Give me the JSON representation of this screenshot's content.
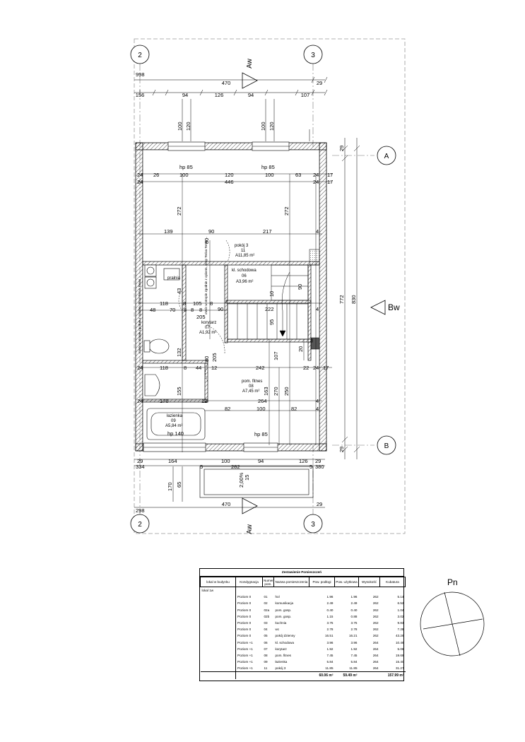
{
  "grid": {
    "left_axis": "2",
    "right_axis": "3",
    "axis_a": "A",
    "axis_b": "B",
    "section_top": "Aw",
    "section_bottom": "Aw",
    "section_right": "Bw"
  },
  "dims": {
    "top_998": "998",
    "top_470": "470",
    "top_29": "29",
    "row2": [
      "156",
      "94",
      "126",
      "94",
      "107"
    ],
    "win_v": [
      "100",
      "120",
      "100",
      "120"
    ],
    "hp85": "hp 85",
    "row_24_100": [
      "24",
      "26",
      "100",
      "120",
      "100",
      "63",
      "24",
      "17"
    ],
    "row_446": [
      "24",
      "446",
      "24",
      "17"
    ],
    "v272": "272",
    "row_139": [
      "139",
      "90",
      "217",
      "4"
    ],
    "row_118": [
      "118",
      "8",
      "105",
      "8",
      "90",
      "222",
      "4"
    ],
    "row_48": [
      "48",
      "70",
      "8",
      "8",
      "8",
      "90"
    ],
    "row_205": "205",
    "row_118b": [
      "24",
      "118",
      "8",
      "44",
      "12",
      "242",
      "22",
      "24",
      "17"
    ],
    "row_170": [
      "24",
      "170",
      "12",
      "264",
      "4"
    ],
    "row_82": [
      "82",
      "100",
      "82",
      "4"
    ],
    "bot_row1": [
      "29",
      "164",
      "100",
      "94",
      "126",
      "29"
    ],
    "bot_row2": [
      "334",
      "5",
      "282",
      "5",
      "380"
    ],
    "bot_470": "470",
    "bot_29": "29",
    "bot_298": "298",
    "v170": "170",
    "v65": "65",
    "slope": "2,00%",
    "v15": "15",
    "right_29a": "29",
    "right_772": "772",
    "right_830": "830",
    "right_29b": "29",
    "v43": "43",
    "v132": "132",
    "v155": "155",
    "v163": "163",
    "v270": "270",
    "v250": "250",
    "v107": "107",
    "v20": "20",
    "v80": "80",
    "v90": "90",
    "v10": "10",
    "v95": "95"
  },
  "rooms": {
    "pokoj3": {
      "name": "pokój 3",
      "num": "11",
      "area": "A11,85 m²"
    },
    "schody": {
      "name": "kl. schodowa",
      "num": "06",
      "area": "A3,96 m²"
    },
    "korytarz": {
      "name": "korytarz",
      "num": "07",
      "area": "A1,92 m²"
    },
    "fitnes": {
      "name": "pom. fitnes",
      "num": "08",
      "area": "A7,45 m²"
    },
    "lazienka": {
      "name": "łazienka",
      "num": "09",
      "area": "A5,84 m²"
    },
    "pralnia": {
      "name": "pralnia",
      "num": "",
      "area": ""
    },
    "hp140": "hp 140"
  },
  "vertical_note": "otwór w stropie zgodnie z opisem, strop Teriva Terwa ...",
  "summary": {
    "title": "Zestawienie Pomieszczeń",
    "headers": [
      "lokal w budynku",
      "Kondygnacja",
      "Numer pom.",
      "Nazwa pomieszczenia",
      "Pow. podłogi",
      "Pow. użytkowa",
      "Wysokość",
      "Kubatura"
    ],
    "group": "lokal 1w",
    "rows": [
      [
        "Poziom 0",
        "01",
        "hol",
        "1.96",
        "1.96",
        "262",
        "5.14"
      ],
      [
        "Poziom 0",
        "02",
        "komunikacja",
        "2.49",
        "2.49",
        "262",
        "6.52"
      ],
      [
        "Poziom 0",
        "02a",
        "pom. gosp.",
        "0.40",
        "0.40",
        "262",
        "1.04"
      ],
      [
        "Poziom 0",
        "02b",
        "pom. gosp.",
        "1.15",
        "0.88",
        "262",
        "3.02"
      ],
      [
        "Poziom 0",
        "03",
        "kuchnia",
        "3.75",
        "3.75",
        "262",
        "9.83"
      ],
      [
        "Poziom 0",
        "04",
        "wc",
        "2.78",
        "2.78",
        "262",
        "7.28"
      ],
      [
        "Poziom 0",
        "05",
        "pokój dzienny",
        "16.51",
        "16.21",
        "262",
        "43.26"
      ],
      [
        "Poziom +1",
        "06",
        "kl. schodowa",
        "3.96",
        "3.96",
        "264",
        "10.46"
      ],
      [
        "Poziom +1",
        "07",
        "korytarz",
        "1.92",
        "1.92",
        "264",
        "5.06"
      ],
      [
        "Poziom +1",
        "08",
        "pom. fitnes",
        "7.45",
        "7.45",
        "264",
        "19.68"
      ],
      [
        "Poziom +1",
        "09",
        "łazienka",
        "5.84",
        "5.84",
        "264",
        "15.40"
      ],
      [
        "Poziom +1",
        "11",
        "pokój 3",
        "11.85",
        "11.85",
        "264",
        "31.27"
      ]
    ],
    "totals": [
      "60.06 m²",
      "59.49 m²",
      "157.99 m³"
    ]
  },
  "compass_label": "Pn"
}
